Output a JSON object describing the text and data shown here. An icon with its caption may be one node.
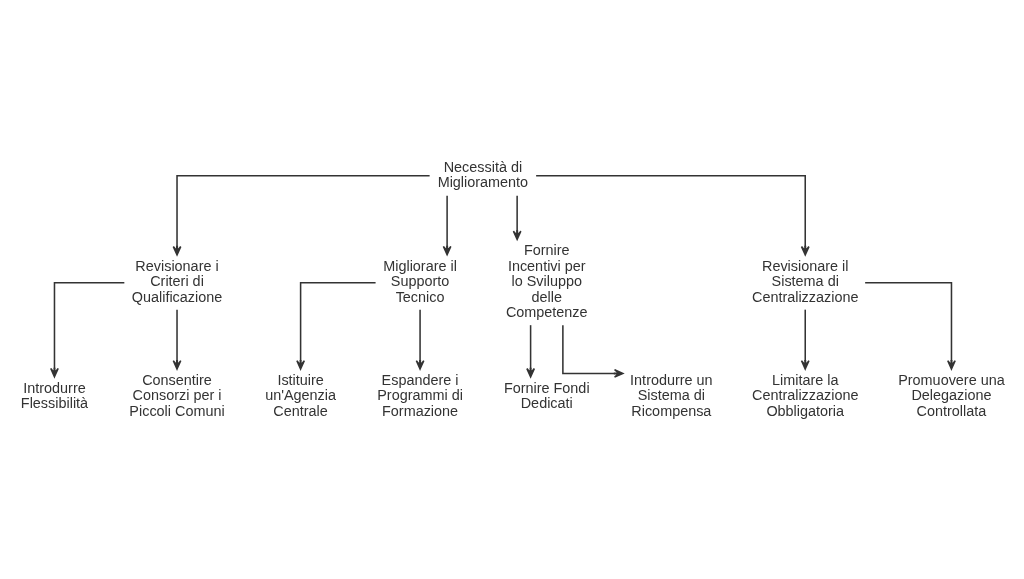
{
  "diagram": {
    "nodes": [
      {
        "text": [
          "Necessità di Miglioramento"
        ]
      },
      {
        "text": [
          "Revisionare i Criteri di Qualificazione"
        ]
      },
      {
        "text": [
          "Migliorare il Supporto Tecnico"
        ]
      },
      {
        "text": [
          "Fornire Incentivi per lo Sviluppo delle Competenze"
        ]
      },
      {
        "text": [
          "Revisionare il Sistema di Centralizzazione"
        ]
      },
      {
        "text": [
          "Introdurre Flessibilità"
        ]
      },
      {
        "text": [
          "Consentire Consorzi per i Piccoli Comuni"
        ]
      },
      {
        "text": [
          "Istituire un'Agenzia Centrale"
        ]
      },
      {
        "text": [
          "Espandere i Programmi di Formazione"
        ]
      },
      {
        "text": [
          "Fornire Fondi Dedicati"
        ]
      },
      {
        "text": [
          "Introdurre un Sistema di Ricompensa"
        ]
      },
      {
        "text": [
          "Limitare la Centralizzazione Obbligatoria"
        ]
      },
      {
        "text": [
          "Promuovere una Delegazione Controllata"
        ]
      }
    ],
    "edges": [
      {
        "from": 0,
        "to": 1,
        "arrow": "to"
      },
      {
        "from": 0,
        "to": 2,
        "arrow": "to"
      },
      {
        "from": 0,
        "to": 3,
        "arrow": "to"
      },
      {
        "from": 0,
        "to": 4,
        "arrow": "to"
      },
      {
        "from": 1,
        "to": 5,
        "arrow": "to"
      },
      {
        "from": 1,
        "to": 6,
        "arrow": "to"
      },
      {
        "from": 2,
        "to": 7,
        "arrow": "to"
      },
      {
        "from": 2,
        "to": 8,
        "arrow": "to"
      },
      {
        "from": 3,
        "to": 9,
        "arrow": "to"
      },
      {
        "from": 3,
        "to": 10,
        "arrow": "to"
      },
      {
        "from": 4,
        "to": 11,
        "arrow": "to"
      },
      {
        "from": 4,
        "to": 12,
        "arrow": "to"
      }
    ]
  }
}
